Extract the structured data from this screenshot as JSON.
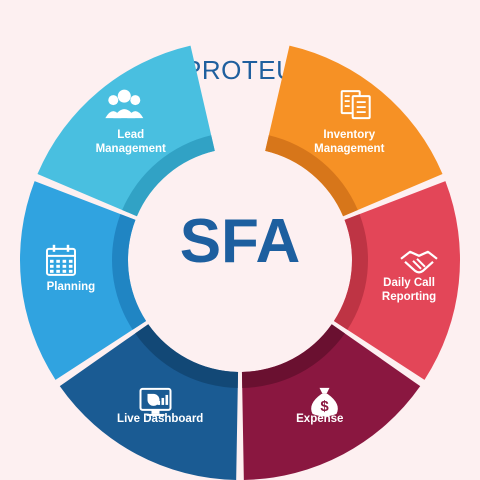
{
  "brand": {
    "name": "PROTEUS",
    "accent": "#1f5f9e",
    "accent_light": "#2fa6d8"
  },
  "center": {
    "title": "SFA",
    "color": "#1d5f9f"
  },
  "segments": [
    {
      "label_lines": [
        "Lead",
        "Management"
      ],
      "icon": "group-icon",
      "color": "#49bfe0",
      "shadow": "#2f9fc2"
    },
    {
      "label_lines": [
        "Planning"
      ],
      "icon": "calendar-icon",
      "color": "#30a3e0",
      "shadow": "#1f82c0"
    },
    {
      "label_lines": [
        "Live Dashboard"
      ],
      "icon": "dashboard-icon",
      "color": "#1a5b93",
      "shadow": "#124673"
    },
    {
      "label_lines": [
        "Expense"
      ],
      "icon": "money-bag-icon",
      "color": "#8a1740",
      "shadow": "#66102f"
    },
    {
      "label_lines": [
        "Daily Call",
        "Reporting"
      ],
      "icon": "handshake-icon",
      "color": "#e34658",
      "shadow": "#b93243"
    },
    {
      "label_lines": [
        "Inventory",
        "Management"
      ],
      "icon": "clipboard-icon",
      "color": "#f69125",
      "shadow": "#d4731a"
    }
  ]
}
